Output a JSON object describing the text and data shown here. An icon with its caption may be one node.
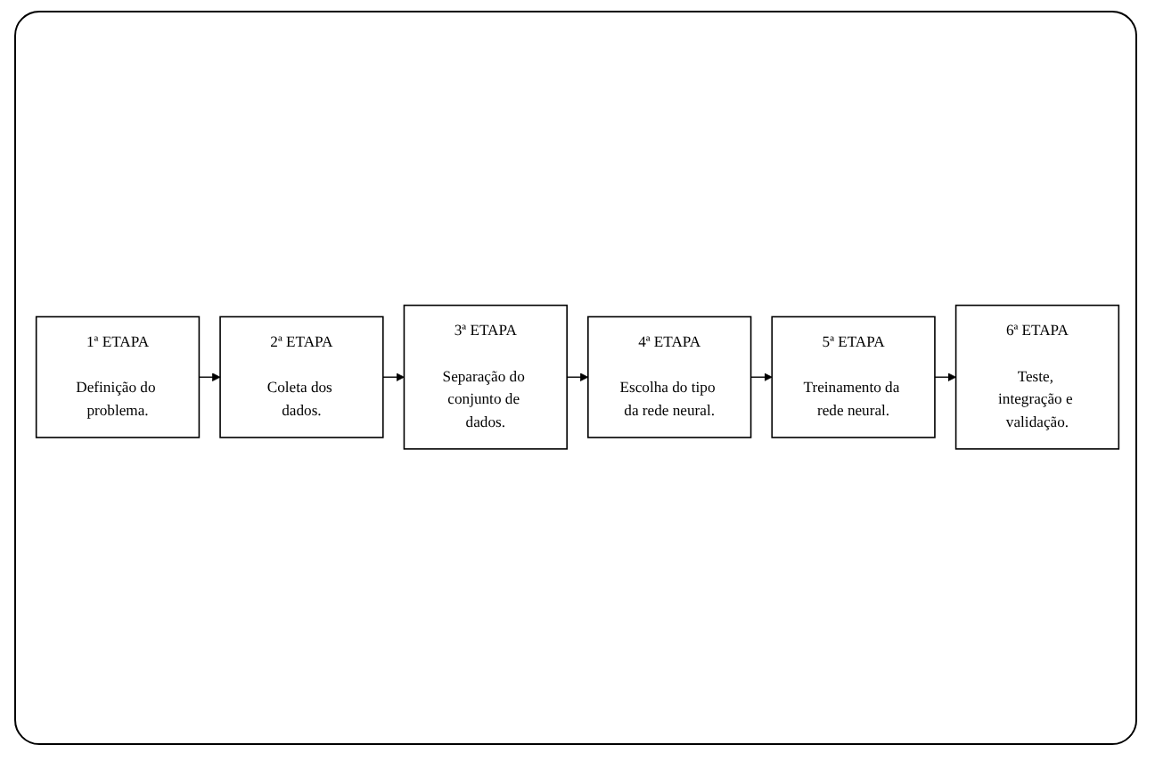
{
  "diagram": {
    "nodes": [
      {
        "text": [
          "1ª ETAPA",
          "Definição do problema."
        ]
      },
      {
        "text": [
          "2ª ETAPA",
          "Coleta dos dados."
        ]
      },
      {
        "text": [
          "3ª ETAPA",
          "Separação do conjunto de dados."
        ]
      },
      {
        "text": [
          "4ª ETAPA",
          "Escolha do tipo da rede neural."
        ]
      },
      {
        "text": [
          "5ª ETAPA",
          "Treinamento da rede neural."
        ]
      },
      {
        "text": [
          "6ª ETAPA",
          "Teste, integração e validação."
        ]
      }
    ],
    "edges": [
      {
        "from": 0,
        "to": 1,
        "arrow": "to"
      },
      {
        "from": 1,
        "to": 2,
        "arrow": "to"
      },
      {
        "from": 2,
        "to": 3,
        "arrow": "to"
      },
      {
        "from": 3,
        "to": 4,
        "arrow": "to"
      },
      {
        "from": 4,
        "to": 5,
        "arrow": "to"
      }
    ]
  }
}
